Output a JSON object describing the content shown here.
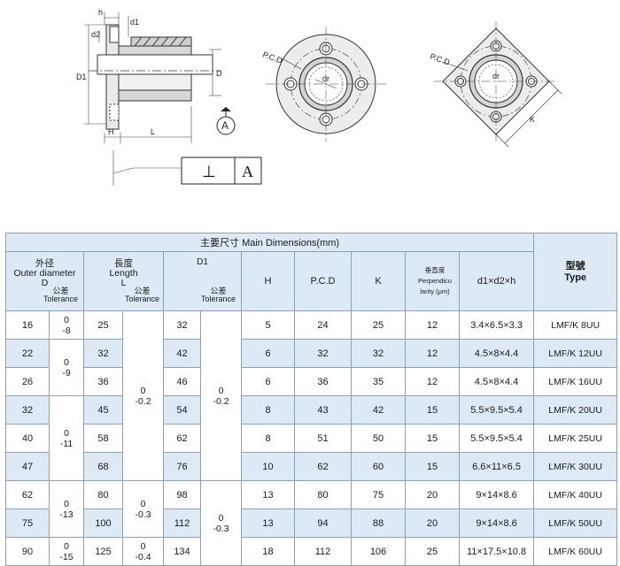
{
  "drawing": {
    "labels": {
      "h": "h",
      "d1": "d1",
      "d2": "d2",
      "D1": "D1",
      "D": "D",
      "H": "H",
      "L": "L",
      "pcd_round": "P.C.D",
      "pcd_square": "P.C.D",
      "dr_round": "dr",
      "dr_square": "dr",
      "K": "K",
      "datum": "A",
      "frame_symbol": "⊥",
      "frame_datum": "A"
    }
  },
  "table": {
    "main_title": "主要尺寸  Main Dimensions(mm)",
    "headers": {
      "outer": "外径\nOuter diameter\nD",
      "outer_tol": "公差\nTolerance",
      "length": "長度\nLength\nL",
      "length_tol": "公差\nTolerance",
      "d1": "D1",
      "d1_tol": "公差\nTolerance",
      "H": "H",
      "pcd": "P.C.D",
      "K": "K",
      "perp": "垂直度\nPerpendicu\nlarity\n(μm)",
      "d1d2h": "d1×d2×h",
      "type": "型號\nType"
    },
    "outer_tolerances": [
      {
        "top": "0",
        "bottom": "-8"
      },
      {
        "top": "0",
        "bottom": "-9"
      },
      {
        "top": "0",
        "bottom": "-11"
      },
      {
        "top": "0",
        "bottom": "-13"
      },
      {
        "top": "0",
        "bottom": "-15"
      }
    ],
    "length_tolerances": [
      {
        "top": "0",
        "bottom": "-0.2"
      },
      {
        "top": "0",
        "bottom": "-0.3"
      },
      {
        "top": "0",
        "bottom": "-0.4"
      }
    ],
    "d1_tolerances": [
      {
        "top": "0",
        "bottom": "-0.2"
      },
      {
        "top": "0",
        "bottom": "-0.3"
      }
    ],
    "rows": [
      {
        "D": "16",
        "L": "25",
        "D1": "32",
        "H": "5",
        "PCD": "24",
        "K": "25",
        "perp": "12",
        "d": "3.4×6.5×3.3",
        "type": "LMF/K 8UU"
      },
      {
        "D": "22",
        "L": "32",
        "D1": "42",
        "H": "6",
        "PCD": "32",
        "K": "32",
        "perp": "12",
        "d": "4.5×8×4.4",
        "type": "LMF/K 12UU"
      },
      {
        "D": "26",
        "L": "36",
        "D1": "46",
        "H": "6",
        "PCD": "36",
        "K": "35",
        "perp": "12",
        "d": "4.5×8×4.4",
        "type": "LMF/K 16UU"
      },
      {
        "D": "32",
        "L": "45",
        "D1": "54",
        "H": "8",
        "PCD": "43",
        "K": "42",
        "perp": "15",
        "d": "5.5×9.5×5.4",
        "type": "LMF/K 20UU"
      },
      {
        "D": "40",
        "L": "58",
        "D1": "62",
        "H": "8",
        "PCD": "51",
        "K": "50",
        "perp": "15",
        "d": "5.5×9.5×5.4",
        "type": "LMF/K 25UU"
      },
      {
        "D": "47",
        "L": "68",
        "D1": "76",
        "H": "10",
        "PCD": "62",
        "K": "60",
        "perp": "15",
        "d": "6.6×11×6.5",
        "type": "LMF/K 30UU"
      },
      {
        "D": "62",
        "L": "80",
        "D1": "98",
        "H": "13",
        "PCD": "80",
        "K": "75",
        "perp": "20",
        "d": "9×14×8.6",
        "type": "LMF/K 40UU"
      },
      {
        "D": "75",
        "L": "100",
        "D1": "112",
        "H": "13",
        "PCD": "94",
        "K": "88",
        "perp": "20",
        "d": "9×14×8.6",
        "type": "LMF/K 50UU"
      },
      {
        "D": "90",
        "L": "125",
        "D1": "134",
        "H": "18",
        "PCD": "112",
        "K": "106",
        "perp": "25",
        "d": "11×17.5×10.8",
        "type": "LMF/K 60UU"
      }
    ]
  }
}
